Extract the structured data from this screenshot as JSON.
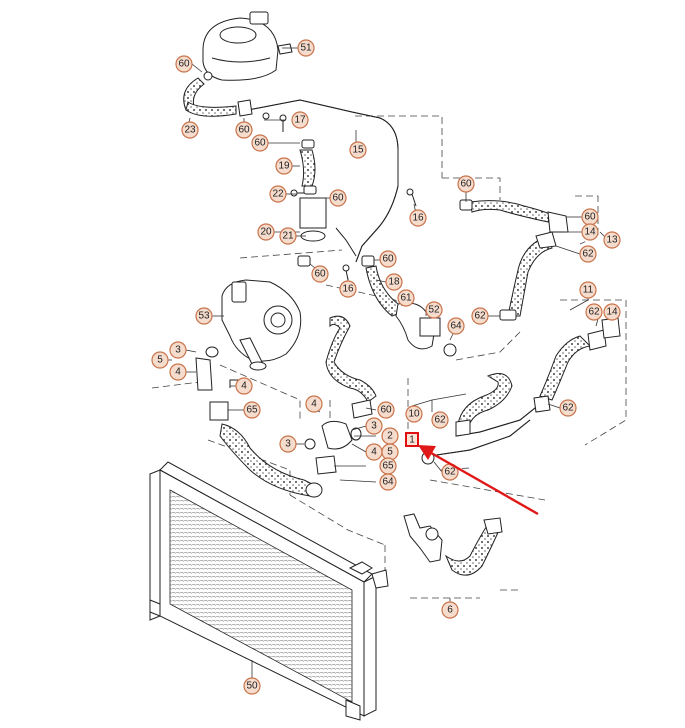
{
  "callouts": [
    {
      "id": "c51a",
      "label": "51"
    },
    {
      "id": "c60a",
      "label": "60"
    },
    {
      "id": "c23",
      "label": "23"
    },
    {
      "id": "c60b",
      "label": "60"
    },
    {
      "id": "c17",
      "label": "17"
    },
    {
      "id": "c60c",
      "label": "60"
    },
    {
      "id": "c15",
      "label": "15"
    },
    {
      "id": "c19",
      "label": "19"
    },
    {
      "id": "c22",
      "label": "22"
    },
    {
      "id": "c60d",
      "label": "60"
    },
    {
      "id": "c20",
      "label": "20"
    },
    {
      "id": "c21",
      "label": "21"
    },
    {
      "id": "c16a",
      "label": "16"
    },
    {
      "id": "c60e",
      "label": "60"
    },
    {
      "id": "c60f",
      "label": "60"
    },
    {
      "id": "c14a",
      "label": "14"
    },
    {
      "id": "c13",
      "label": "13"
    },
    {
      "id": "c62a",
      "label": "62"
    },
    {
      "id": "c60g",
      "label": "60"
    },
    {
      "id": "c18",
      "label": "18"
    },
    {
      "id": "c60h",
      "label": "60"
    },
    {
      "id": "c16b",
      "label": "16"
    },
    {
      "id": "c61",
      "label": "61"
    },
    {
      "id": "c52",
      "label": "52"
    },
    {
      "id": "c64a",
      "label": "64"
    },
    {
      "id": "c62b",
      "label": "62"
    },
    {
      "id": "c11",
      "label": "11"
    },
    {
      "id": "c62c",
      "label": "62"
    },
    {
      "id": "c14b",
      "label": "14"
    },
    {
      "id": "c53",
      "label": "53"
    },
    {
      "id": "c3a",
      "label": "3"
    },
    {
      "id": "c5a",
      "label": "5"
    },
    {
      "id": "c4a",
      "label": "4"
    },
    {
      "id": "c4b",
      "label": "4"
    },
    {
      "id": "c65a",
      "label": "65"
    },
    {
      "id": "c4c",
      "label": "4"
    },
    {
      "id": "c60i",
      "label": "60"
    },
    {
      "id": "c10",
      "label": "10"
    },
    {
      "id": "c62d",
      "label": "62"
    },
    {
      "id": "c62e",
      "label": "62"
    },
    {
      "id": "c3b",
      "label": "3"
    },
    {
      "id": "c2",
      "label": "2"
    },
    {
      "id": "c4d",
      "label": "4"
    },
    {
      "id": "c3c",
      "label": "3"
    },
    {
      "id": "c5b",
      "label": "5"
    },
    {
      "id": "c65b",
      "label": "65"
    },
    {
      "id": "c64b",
      "label": "64"
    },
    {
      "id": "c62f",
      "label": "62"
    },
    {
      "id": "c6",
      "label": "6"
    },
    {
      "id": "c50",
      "label": "50"
    }
  ],
  "highlight_label": "1"
}
